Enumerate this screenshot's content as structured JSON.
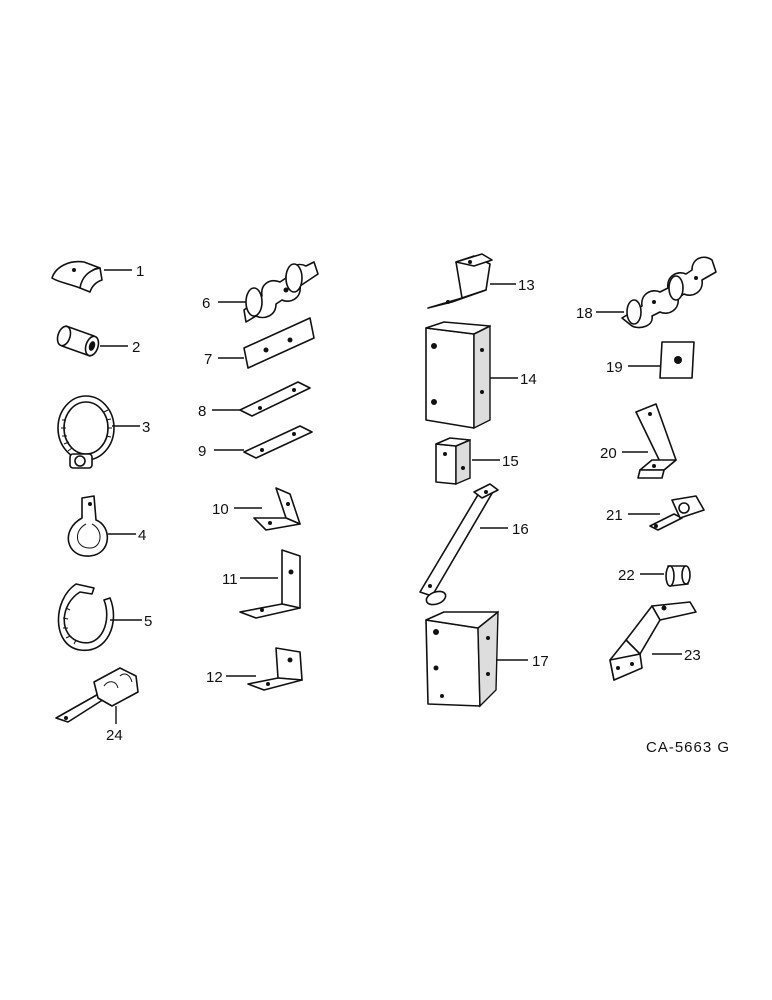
{
  "drawing_code": "CA-5663 G",
  "callouts": [
    {
      "id": "1",
      "label": "1"
    },
    {
      "id": "2",
      "label": "2"
    },
    {
      "id": "3",
      "label": "3"
    },
    {
      "id": "4",
      "label": "4"
    },
    {
      "id": "5",
      "label": "5"
    },
    {
      "id": "6",
      "label": "6"
    },
    {
      "id": "7",
      "label": "7"
    },
    {
      "id": "8",
      "label": "8"
    },
    {
      "id": "9",
      "label": "9"
    },
    {
      "id": "10",
      "label": "10"
    },
    {
      "id": "11",
      "label": "11"
    },
    {
      "id": "12",
      "label": "12"
    },
    {
      "id": "13",
      "label": "13"
    },
    {
      "id": "14",
      "label": "14"
    },
    {
      "id": "15",
      "label": "15"
    },
    {
      "id": "16",
      "label": "16"
    },
    {
      "id": "17",
      "label": "17"
    },
    {
      "id": "18",
      "label": "18"
    },
    {
      "id": "19",
      "label": "19"
    },
    {
      "id": "20",
      "label": "20"
    },
    {
      "id": "21",
      "label": "21"
    },
    {
      "id": "22",
      "label": "22"
    },
    {
      "id": "23",
      "label": "23"
    },
    {
      "id": "24",
      "label": "24"
    }
  ]
}
